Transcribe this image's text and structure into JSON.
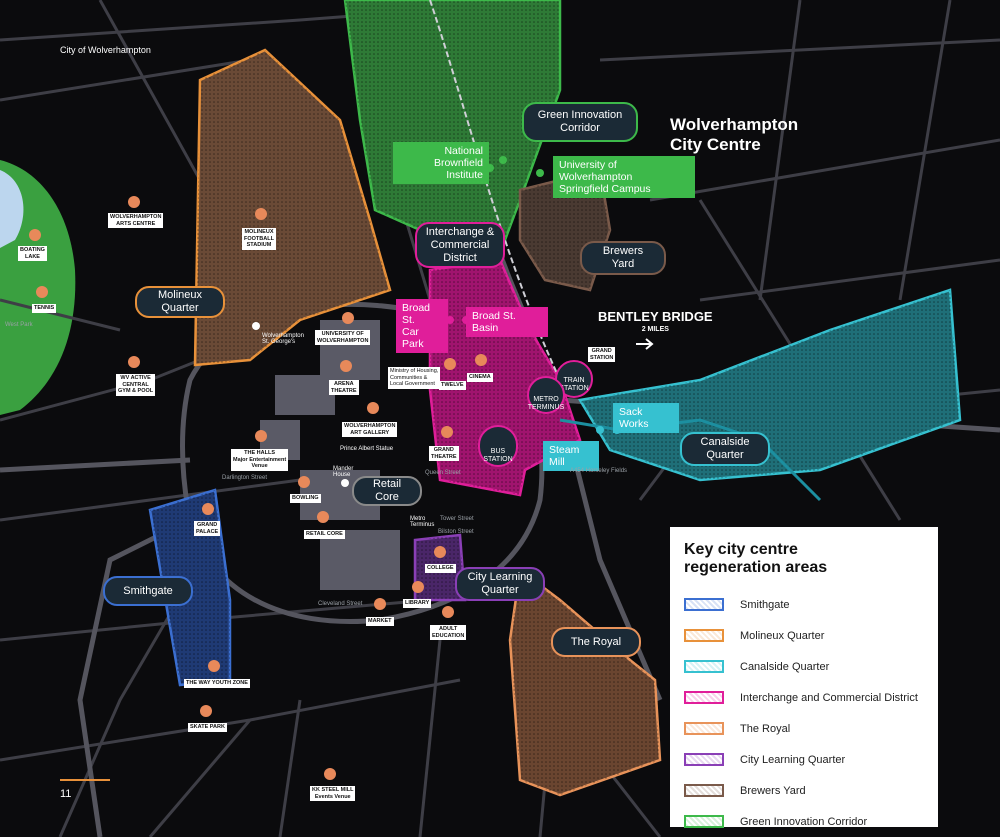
{
  "map_title": {
    "line1": "Wolverhampton",
    "line2": "City Centre"
  },
  "corner_label": "City of Wolverhampton",
  "page_number": "11",
  "bentley": {
    "line1": "BENTLEY BRIDGE",
    "line2": "2 MILES"
  },
  "colors": {
    "smithgate": "#3b6fd1",
    "molineux": "#e8913a",
    "canalside": "#36c1d0",
    "interchange": "#e01e9a",
    "royal": "#e8935a",
    "city_learning": "#8a3fb6",
    "brewers": "#7a5a4a",
    "green": "#3db94a",
    "pill_bg": "#1b2a36",
    "map_bg": "#0b0b0d",
    "road": "#3e3e46"
  },
  "areas": {
    "molineux": "Molineux\nQuarter",
    "smithgate": "Smithgate",
    "canalside": "Canalside\nQuarter",
    "interchange": "Interchange &\nCommercial\nDistrict",
    "royal": "The Royal",
    "city_learning": "City Learning\nQuarter",
    "brewers": "Brewers\nYard",
    "green": "Green Innovation\nCorridor",
    "retail": "Retail\nCore"
  },
  "tags": {
    "nbi": "National\nBrownfield Institute",
    "uow": "University of Wolverhampton\nSpringfield Campus",
    "broad_car": "Broad St.\nCar Park",
    "broad_basin": "Broad St. Basin",
    "sack": "Sack Works",
    "steam": "Steam Mill"
  },
  "stations": {
    "train": "TRAIN\nSTATION",
    "metro": "METRO\nTERMINUS",
    "bus": "BUS\nSTATION",
    "grand_station": "GRAND\nSTATION"
  },
  "places": {
    "boating": "BOATING\nLAKE",
    "tennis": "TENNIS",
    "west_park": "West Park",
    "arts": "WOLVERHAMPTON\nARTS CENTRE",
    "stadium": "MOLINEUX\nFOOTBALL\nSTADIUM",
    "gym": "WV ACTIVE\nCENTRAL\nGYM & POOL",
    "univ": "UNIVERSITY OF\nWOLVERHAMPTON",
    "arena": "ARENA\nTHEATRE",
    "art_gallery": "WOLVERHAMPTON\nART GALLERY",
    "halls": "THE HALLS\nMajor Entertainment\nVenue",
    "bowling": "BOWLING",
    "retail_core": "RETAIL CORE",
    "grand_palace": "GRAND\nPALACE",
    "twelve": "TWELVE",
    "cinema": "CINEMA",
    "grand_theatre": "GRAND\nTHEATRE",
    "mhclg": "Ministry of Housing,\nCommunities &\nLocal Government",
    "college": "COLLEGE",
    "library": "LIBRARY",
    "market": "MARKET",
    "adult_ed": "ADULT\nEDUCATION",
    "youth": "THE WAY YOUTH ZONE",
    "skate": "SKATE PARK",
    "kk": "KK STEEL MILL\nEvents Venue",
    "wlv_station": "Wolverhampton\nSt. George's",
    "mander": "Mander\nHouse",
    "prince": "Prince Albert Statue",
    "metro_term2": "Metro\nTerminus"
  },
  "streets": {
    "darlington": "Darlington Street",
    "cleveland": "Cleveland Street",
    "queen": "Queen Street",
    "tower": "Tower Street",
    "bilston": "Bilston Street",
    "horseley": "A454 Horseley Fields"
  },
  "legend": {
    "title": "Key city centre\nregeneration areas",
    "items": [
      {
        "label": "Smithgate",
        "color": "#3b6fd1"
      },
      {
        "label": "Molineux Quarter",
        "color": "#e8913a"
      },
      {
        "label": "Canalside Quarter",
        "color": "#36c1d0"
      },
      {
        "label": "Interchange and Commercial District",
        "color": "#e01e9a"
      },
      {
        "label": "The Royal",
        "color": "#e8935a"
      },
      {
        "label": "City Learning Quarter",
        "color": "#8a3fb6"
      },
      {
        "label": "Brewers Yard",
        "color": "#7a5a4a"
      },
      {
        "label": "Green Innovation Corridor",
        "color": "#3db94a"
      }
    ]
  }
}
